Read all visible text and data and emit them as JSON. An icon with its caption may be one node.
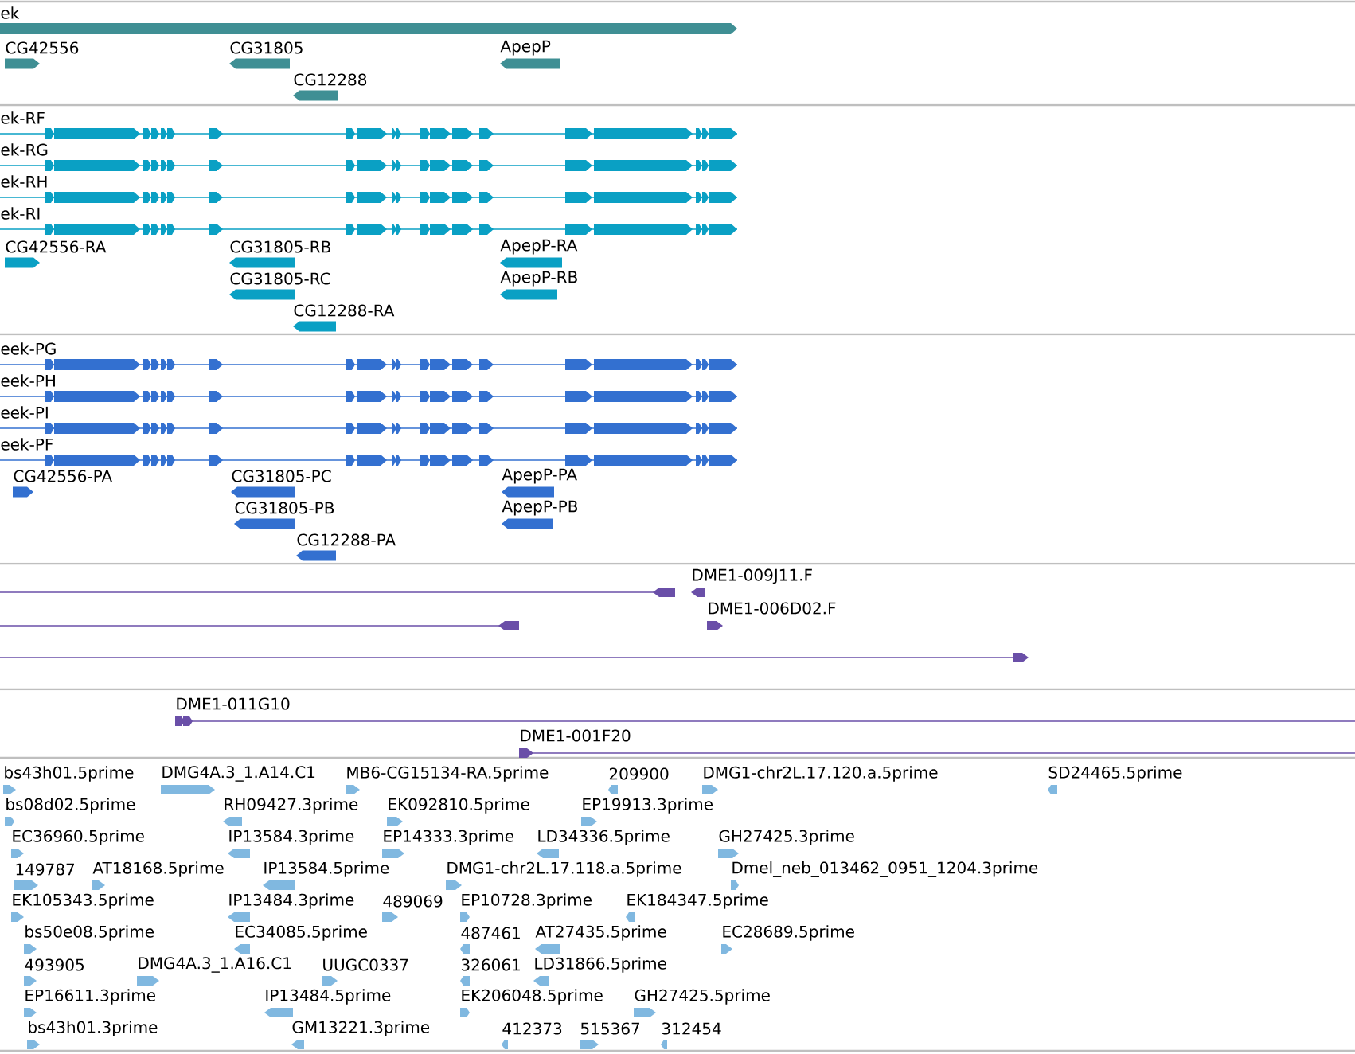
{
  "diagram": {
    "labels": [
      "ek",
      "CG42556",
      "CG31805",
      "ApepP",
      "CG12288",
      "ek-RF",
      "ek-RG",
      "ek-RH",
      "ek-RI",
      "CG42556-RA",
      "CG31805-RB",
      "ApepP-RA",
      "CG31805-RC",
      "ApepP-RB",
      "CG12288-RA",
      "eek-PG",
      "eek-PH",
      "eek-PI",
      "eek-PF",
      "CG42556-PA",
      "CG31805-PC",
      "ApepP-PA",
      "CG31805-PB",
      "ApepP-PB",
      "CG12288-PA",
      "DME1-009J11.F",
      "DME1-006D02.F",
      "DME1-011G10",
      "DME1-001F20",
      "bs43h01.5prime",
      "DMG4A.3_1.A14.C1",
      "MB6-CG15134-RA.5prime",
      "209900",
      "DMG1-chr2L.17.120.a.5prime",
      "SD24465.5prime",
      "bs08d02.5prime",
      "RH09427.3prime",
      "EK092810.5prime",
      "EP19913.3prime",
      "EC36960.5prime",
      "IP13584.3prime",
      "EP14333.3prime",
      "LD34336.5prime",
      "GH27425.3prime",
      "149787",
      "AT18168.5prime",
      "IP13584.5prime",
      "DMG1-chr2L.17.118.a.5prime",
      "Dmel_neb_013462_0951_1204.3prime",
      "EK105343.5prime",
      "IP13484.3prime",
      "489069",
      "EP10728.3prime",
      "EK184347.5prime",
      "bs50e08.5prime",
      "EC34085.5prime",
      "487461",
      "AT27435.5prime",
      "EC28689.5prime",
      "493905",
      "DMG4A.3_1.A16.C1",
      "UUGC0337",
      "326061",
      "LD31866.5prime",
      "EP16611.3prime",
      "IP13484.5prime",
      "EK206048.5prime",
      "GH27425.5prime",
      "bs43h01.3prime",
      "GM13221.3prime",
      "412373",
      "515367",
      "312454"
    ]
  }
}
